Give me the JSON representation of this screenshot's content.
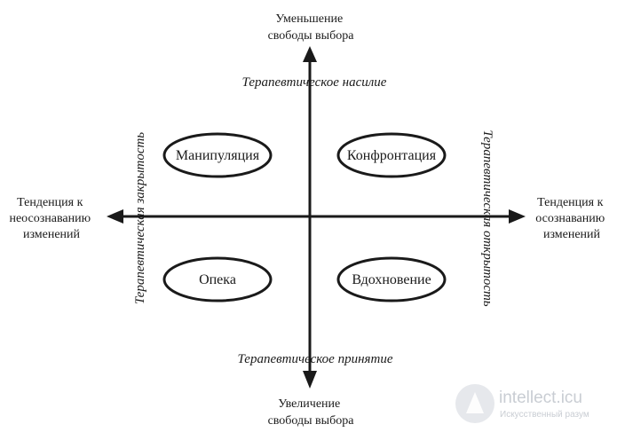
{
  "axes": {
    "top_label": [
      "Уменьшение",
      "свободы выбора"
    ],
    "bottom_label": [
      "Увеличение",
      "свободы выбора"
    ],
    "left_label": [
      "Тенденция к",
      "неосознаванию",
      "изменений"
    ],
    "right_label": [
      "Тенденция к",
      "осознаванию",
      "изменений"
    ],
    "top_italic": "Терапевтическое насилие",
    "bottom_italic": "Терапевтическое принятие",
    "left_italic": "Терапевтическая закрытость",
    "right_italic": "Терапевтическая открытость"
  },
  "quadrants": {
    "top_left": "Манипуляция",
    "top_right": "Конфронтация",
    "bottom_left": "Опека",
    "bottom_right": "Вдохновение"
  },
  "watermark": {
    "title": "intellect.icu",
    "subtitle": "Искусственный разум"
  }
}
